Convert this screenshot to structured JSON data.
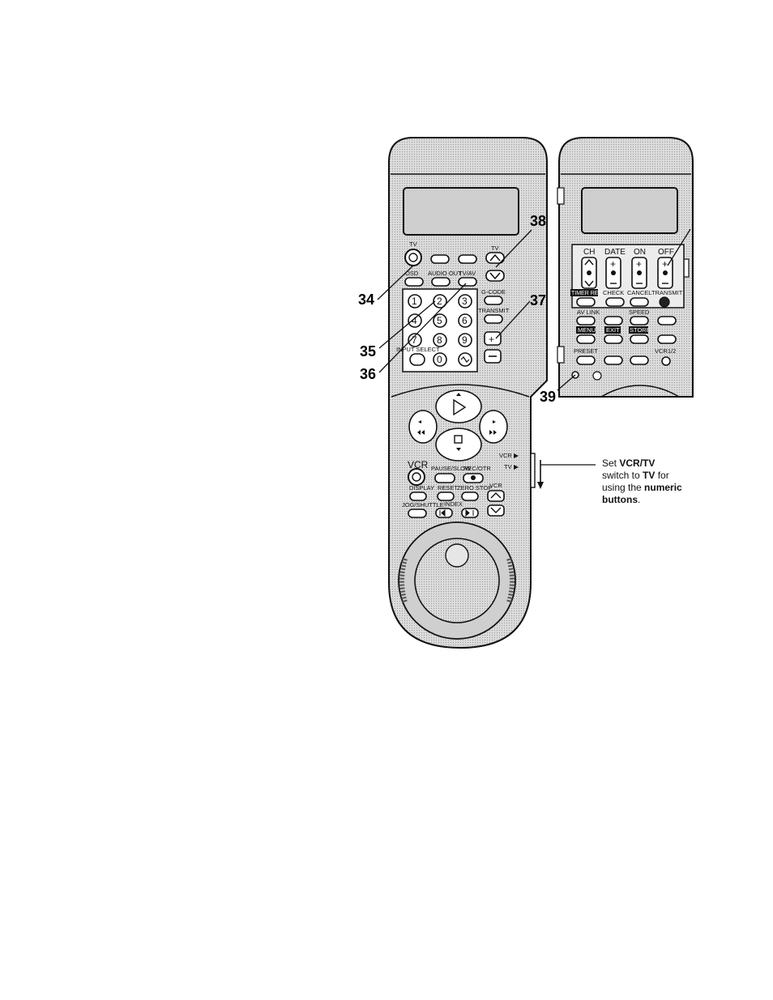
{
  "colors": {
    "body": "#d8d8d8",
    "body_dark": "#bdbdbd",
    "lcd": "#cfcfcf",
    "ink": "#111111"
  },
  "callouts": {
    "n34": "34",
    "n35": "35",
    "n36": "36",
    "n37": "37",
    "n38": "38",
    "n39": "39"
  },
  "front": {
    "tv": "TV",
    "osd": "OSD",
    "audio_out": "AUDIO OUT",
    "tv_av": "TV/AV",
    "g_code": "G-CODE",
    "transmit": "TRANSMIT",
    "input_select": "INPUT SELECT",
    "numbers": [
      "1",
      "2",
      "3",
      "4",
      "5",
      "6",
      "7",
      "8",
      "9",
      "0"
    ],
    "vcr": "VCR",
    "pause_slow": "PAUSE/SLOW",
    "rec_otr": "REC/OTR",
    "display": "DISPLAY",
    "reset": "RESET",
    "zero_stop": "ZERO STOP",
    "vcr_ch": "VCR",
    "jog_shuttle": "JOG/SHUTTLE",
    "index": "INDEX",
    "switch_vcr": "VCR",
    "switch_tv": "TV"
  },
  "back": {
    "ch": "CH",
    "date": "DATE",
    "on": "ON",
    "off": "OFF",
    "timer": "TIMER REC",
    "check": "CHECK",
    "cancel": "CANCEL",
    "transmit": "TRANSMIT",
    "av_link": "AV LINK",
    "speed": "SPEED",
    "menu": "MENU",
    "exit": "EXIT",
    "store": "STORE",
    "preset": "PRESET",
    "vcr12": "VCR1/2"
  },
  "note": {
    "l1_pre": "Set ",
    "l1_bold": "VCR/TV",
    "l2_pre": "switch to ",
    "l2_bold": "TV",
    "l2_post": " for",
    "l3_pre": "using the ",
    "l3_bold": "numeric",
    "l4_bold": "buttons",
    "l4_post": "."
  }
}
